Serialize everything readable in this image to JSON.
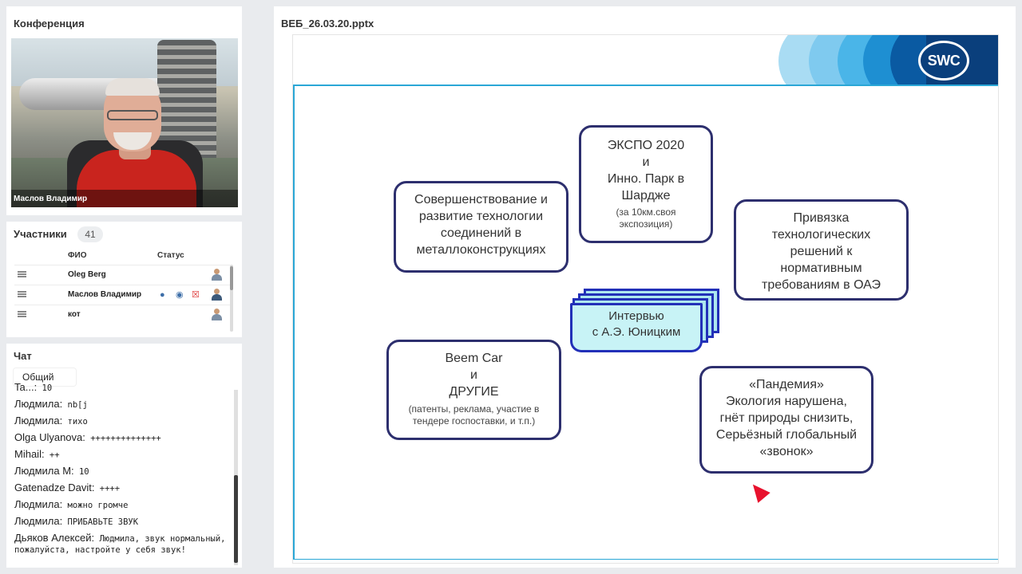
{
  "conference": {
    "title": "Конференция",
    "speaker_name": "Маслов Владимир"
  },
  "participants": {
    "title": "Участники",
    "count": "41",
    "col_name": "ФИО",
    "col_status": "Статус",
    "rows": [
      {
        "name": "Oleg Berg"
      },
      {
        "name": "Маслов Владимир"
      },
      {
        "name": "кот"
      }
    ]
  },
  "chat": {
    "title": "Чат",
    "tab": "Общий",
    "messages": [
      {
        "author": "Ta...:",
        "text": " 10"
      },
      {
        "author": "Людмила:",
        "text": " nb[j"
      },
      {
        "author": "Людмила:",
        "text": " тихо"
      },
      {
        "author": "Olga Ulyanova:",
        "text": " ++++++++++++++"
      },
      {
        "author": "Mihail:",
        "text": " ++"
      },
      {
        "author": "Людмила М:",
        "text": " 10"
      },
      {
        "author": "Gatenadze  Davit:",
        "text": " ++++"
      },
      {
        "author": "Людмила:",
        "text": " можно громче"
      },
      {
        "author": "Людмила:",
        "text": " ПРИБАВЬТЕ ЗВУК"
      },
      {
        "author": "Дьяков Алексей:",
        "text": " Людмила, звук нормальный, пожалуйста, настройте у себя звук!"
      }
    ]
  },
  "presentation": {
    "title": "ВЕБ_26.03.20.pptx",
    "logo_text": "SWC",
    "boxes": {
      "expo": {
        "l1": "ЭКСПО 2020",
        "l2": "и",
        "l3": "Инно. Парк в",
        "l4": "Шардже",
        "small": "(за 10км.своя экспозиция)"
      },
      "tech": {
        "l1": "Совершенствование и",
        "l2": "развитие технологии",
        "l3": "соединений в",
        "l4": "металлоконструкциях"
      },
      "binding": {
        "l1": "Привязка",
        "l2": "технологических",
        "l3": "решений к",
        "l4": "нормативным",
        "l5": "требованиям в ОАЭ"
      },
      "interview": {
        "l1": "Интервью",
        "l2": "с А.Э. Юницким"
      },
      "beem": {
        "l1": "Beem Car",
        "l2": "и",
        "l3": "ДРУГИЕ",
        "small": "(патенты, реклама, участие в тендере госпоставки, и т.п.)"
      },
      "pandemic": {
        "l1": "«Пандемия»",
        "l2": "Экология нарушена,",
        "l3": "гнёт природы снизить,",
        "l4": "Серьёзный глобальный",
        "l5": "«звонок»"
      }
    }
  }
}
